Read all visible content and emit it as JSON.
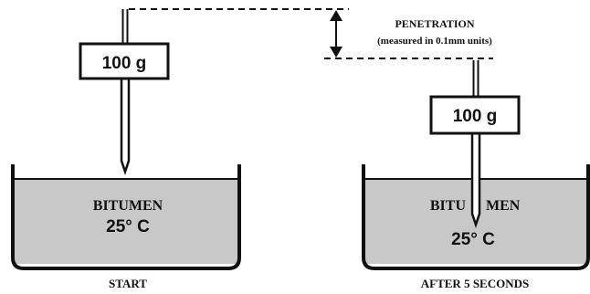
{
  "colors": {
    "ink": "#111111",
    "bitumen_fill": "#c8c8c8",
    "background": "#ffffff"
  },
  "start": {
    "weight_label": "100 g",
    "material_label": "BITUMEN",
    "temperature_label": "25° C",
    "caption": "START"
  },
  "after": {
    "weight_label": "100 g",
    "material_label_left": "BITU",
    "material_label_right": "MEN",
    "temperature_label": "25° C",
    "caption": "AFTER 5 SECONDS"
  },
  "penetration": {
    "title": "PENETRATION",
    "subtitle": "(measured in 0.1mm units)",
    "arrow_icon": "double-headed-arrow-icon"
  }
}
